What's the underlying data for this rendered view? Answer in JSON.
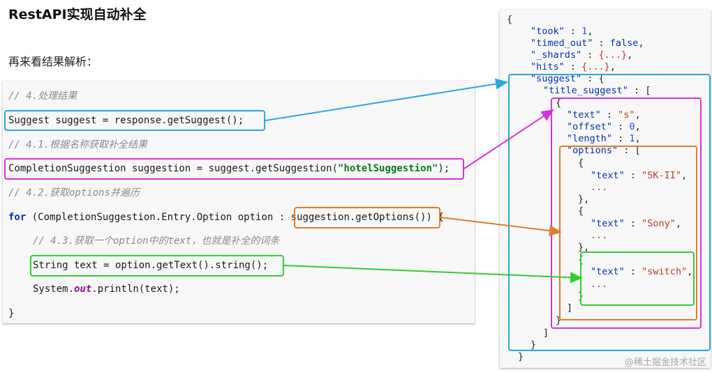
{
  "title": "RestAPI实现自动补全",
  "subtitle": "再来看结果解析：",
  "code": {
    "c1": "// 4.处理结果",
    "l1": "Suggest suggest = response.getSuggest();",
    "c2": "// 4.1.根据名称获取补全结果",
    "l2_pre": "CompletionSuggestion suggestion = suggest.getSuggestion(",
    "l2_str": "\"hotelSuggestion\"",
    "l2_post": ");",
    "c3": "// 4.2.获取options并遍历",
    "l3_kw": "for",
    "l3_mid": " (CompletionSuggestion.Entry.Option option : ",
    "l3_call": "suggestion.getOptions()",
    "l3_end": ") {",
    "c4": "// 4.3.获取一个option中的text，也就是补全的词条",
    "l4": "String text = option.getText().string();",
    "l5_pre": "System.",
    "l5_field": "out",
    "l5_post": ".println(text);",
    "l6": "}"
  },
  "json": {
    "open": "{",
    "took_key": "\"took\"",
    "took_val": "1",
    "timed_key": "\"timed_out\"",
    "timed_val": "false",
    "shards_key": "\"_shards\"",
    "shards_val": "{...}",
    "hits_key": "\"hits\"",
    "hits_val": "{...}",
    "suggest_key": "\"suggest\"",
    "title_suggest_key": "\"title_suggest\"",
    "text_key": "\"text\"",
    "text_val": "\"s\"",
    "offset_key": "\"offset\"",
    "offset_val": "0",
    "length_key": "\"length\"",
    "length_val": "1",
    "options_key": "\"options\"",
    "opt1": "\"SK-II\"",
    "opt2": "\"Sony\"",
    "opt3": "\"switch\"",
    "ellipsis": "...",
    "close": "}"
  },
  "colors": {
    "blue": "#2aa7dc",
    "magenta": "#d633d6",
    "orange": "#e07b2a",
    "green": "#33cc33"
  },
  "watermark": "@稀土掘金技术社区"
}
